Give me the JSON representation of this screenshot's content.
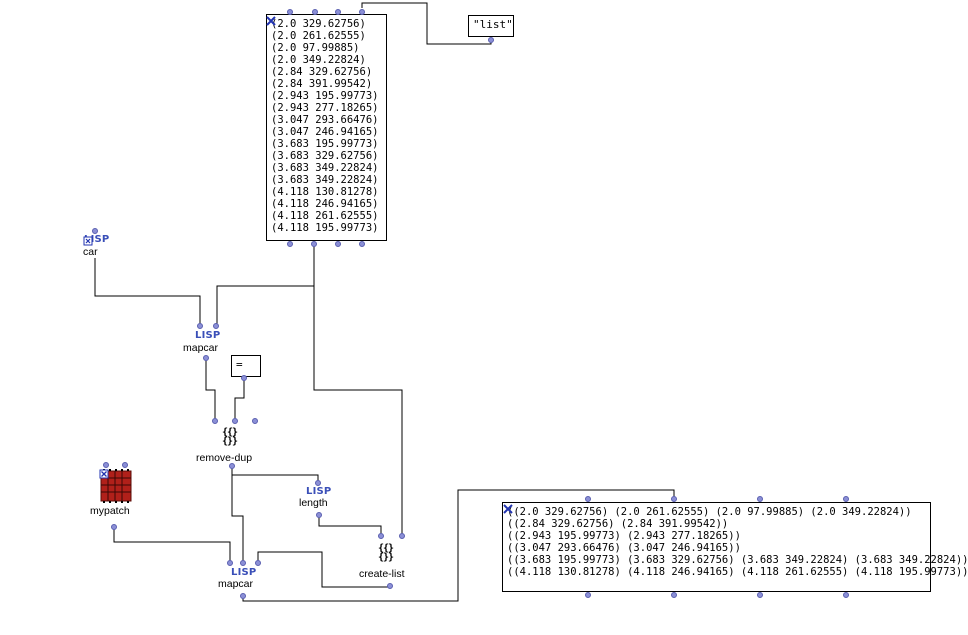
{
  "list_box": {
    "lines": [
      "(2.0 329.62756)",
      "(2.0 261.62555)",
      "(2.0 97.99885)",
      "(2.0 349.22824)",
      "(2.84 329.62756)",
      "(2.84 391.99542)",
      "(2.943 195.99773)",
      "(2.943 277.18265)",
      "(3.047 293.66476)",
      "(3.047 246.94165)",
      "(3.683 195.99773)",
      "(3.683 329.62756)",
      "(3.683 349.22824)",
      "(3.683 349.22824)",
      "(4.118 130.81278)",
      "(4.118 246.94165)",
      "(4.118 261.62555)",
      "(4.118 195.99773)"
    ]
  },
  "list_type_box": {
    "value": "\"list\""
  },
  "equal_box": {
    "value": "="
  },
  "lisp_icon_text": "LISP",
  "braces_icon_text": [
    "{{}",
    "{}}"
  ],
  "car_box": {
    "label": "car"
  },
  "mapcar_top": {
    "label": "mapcar"
  },
  "remove_dup": {
    "label": "remove-dup"
  },
  "length_box": {
    "label": "length"
  },
  "create_list": {
    "label": "create-list"
  },
  "mapcar_bottom": {
    "label": "mapcar"
  },
  "mypatch": {
    "label": "mypatch"
  },
  "result_box": {
    "lines": [
      "((2.0 329.62756) (2.0 261.62555) (2.0 97.99885) (2.0 349.22824))",
      "((2.84 329.62756) (2.84 391.99542))",
      "((2.943 195.99773) (2.943 277.18265))",
      "((3.047 293.66476) (3.047 246.94165))",
      "((3.683 195.99773) (3.683 329.62756) (3.683 349.22824) (3.683 349.22824))",
      "((4.118 130.81278) (4.118 246.94165) (4.118 261.62555) (4.118 195.99773))"
    ]
  },
  "colors": {
    "port": "#8b8fd6",
    "lisp": "#3a4fb8",
    "patch_icon": "#b0201a"
  }
}
